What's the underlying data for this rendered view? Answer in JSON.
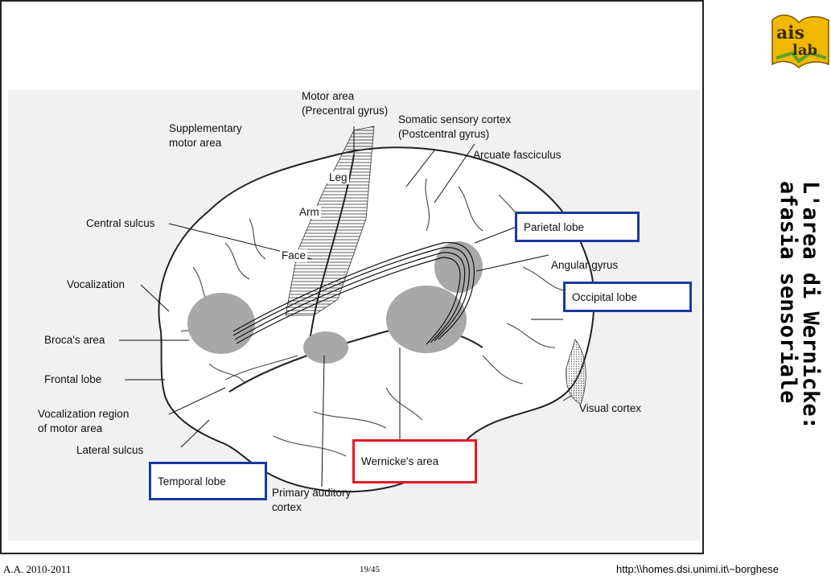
{
  "slide": {
    "title": "L'area di Wernicke: afasia sensoriale",
    "logo_text": "ais lab",
    "footer_left": "A.A. 2010-2011",
    "footer_center": "19/45",
    "footer_right": "http:\\\\homes.dsi.unimi.it\\~borghese"
  },
  "diagram": {
    "labels": {
      "motor_area": "Motor area",
      "precentral": "(Precentral gyrus)",
      "supplementary1": "Supplementary",
      "supplementary2": "motor area",
      "somatic1": "Somatic sensory cortex",
      "somatic2": "(Postcentral gyrus)",
      "arcuate": "Arcuate fasciculus",
      "leg": "Leg",
      "arm": "Arm",
      "face": "Face",
      "central_sulcus": "Central sulcus",
      "vocalization": "Vocalization",
      "brocas": "Broca's area",
      "frontal": "Frontal lobe",
      "vocal_region1": "Vocalization region",
      "vocal_region2": "of motor area",
      "lateral": "Lateral sulcus",
      "angular": "Angular gyrus",
      "visual_cortex": "Visual cortex",
      "primary1": "Primary auditory",
      "primary2": "cortex"
    },
    "boxed": {
      "parietal": "Parietal lobe",
      "occipital": "Occipital lobe",
      "temporal": "Temporal lobe",
      "wernicke": "Wernicke's area"
    },
    "colors": {
      "blue_box": "#1a3aa0",
      "red_box": "#e01b24"
    }
  }
}
